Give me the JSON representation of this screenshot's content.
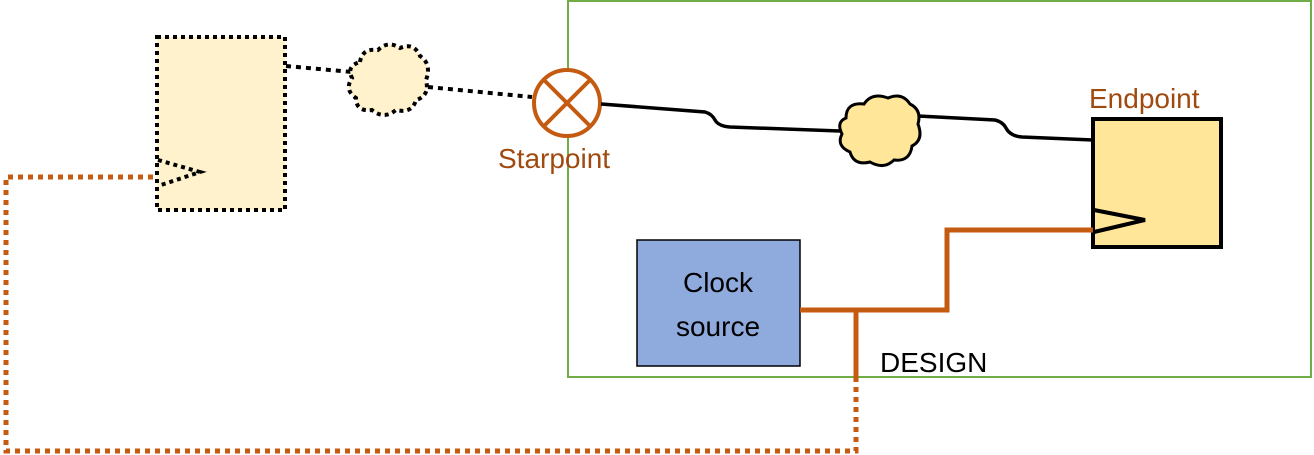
{
  "labels": {
    "starpoint": "Starpoint",
    "endpoint": "Endpoint",
    "clock_source_line1": "Clock",
    "clock_source_line2": "source",
    "design": "DESIGN"
  },
  "colors": {
    "design_border": "#70ad47",
    "clock_wire": "#c55a11",
    "label_orange": "#a04a10",
    "flipflop_fill": "#ffe699",
    "external_fill": "#fff2cc",
    "clock_source_fill": "#8faadc",
    "wire": "#000000"
  }
}
